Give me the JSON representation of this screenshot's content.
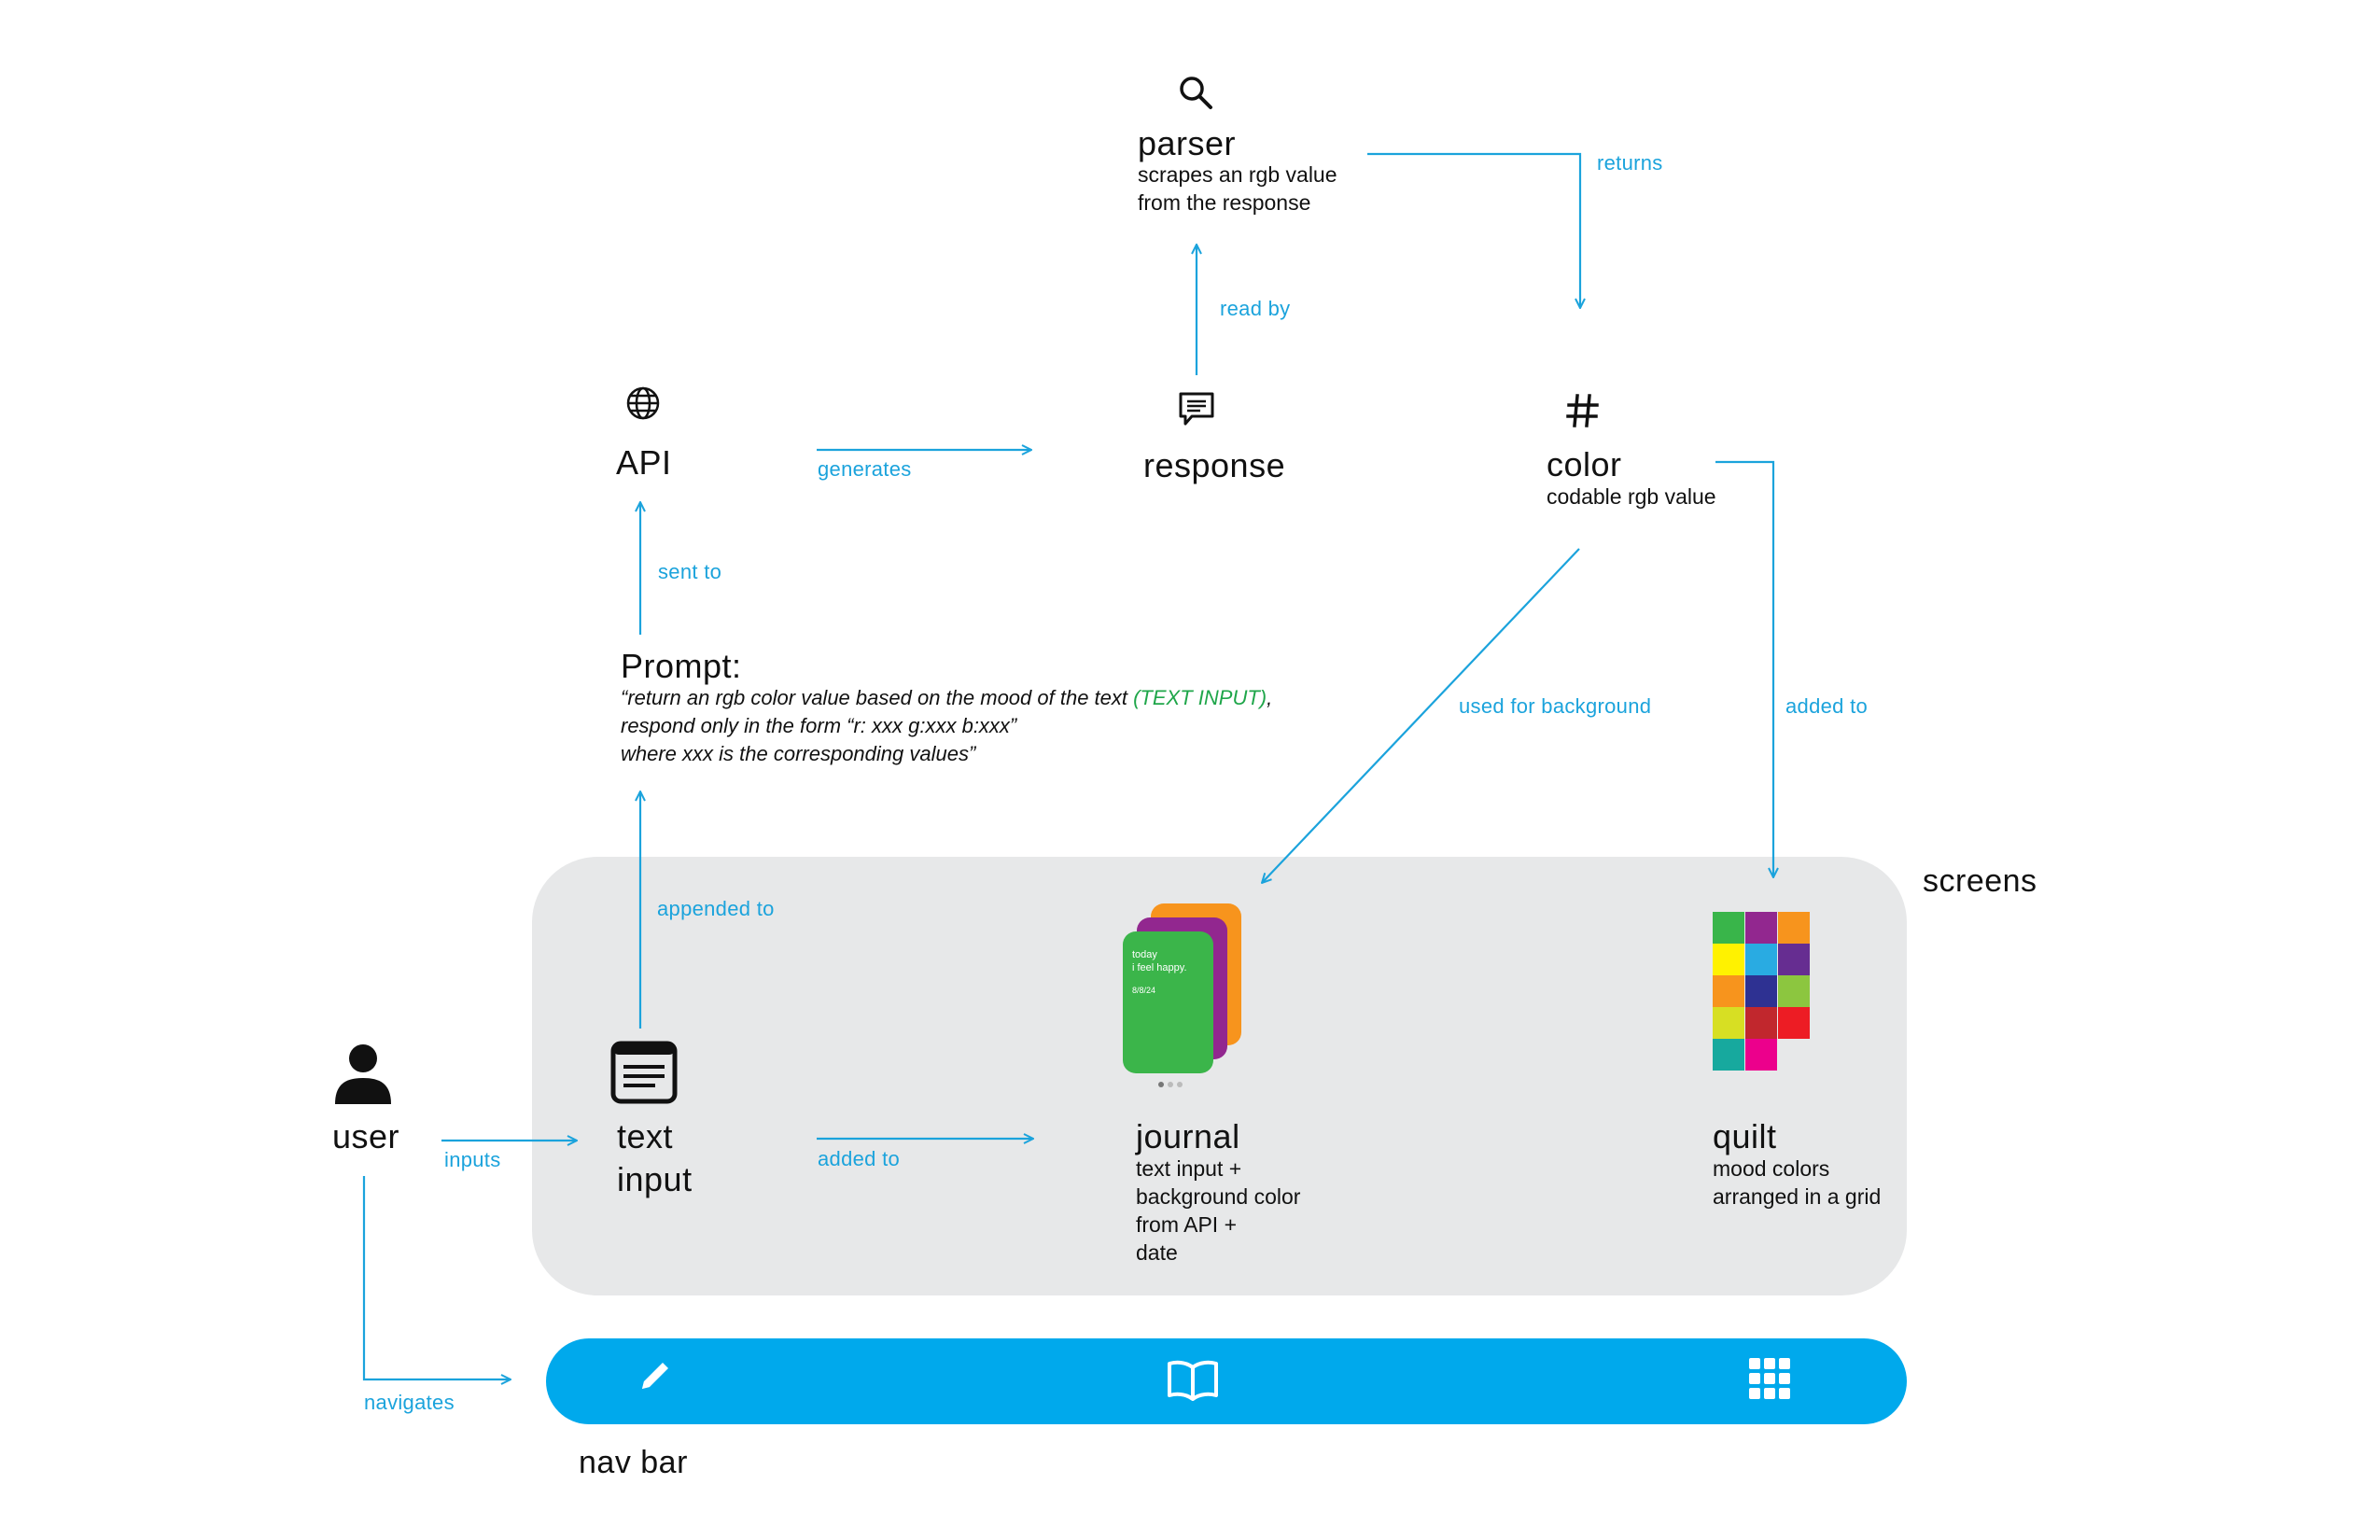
{
  "nodes": {
    "parser": {
      "title": "parser",
      "desc_line1": "scrapes an rgb value",
      "desc_line2": "from the response",
      "icon": "search-icon"
    },
    "api": {
      "title": "API",
      "icon": "globe-icon"
    },
    "response": {
      "title": "response",
      "icon": "chat-bubble-icon"
    },
    "color": {
      "title": "color",
      "desc": "codable rgb value",
      "icon": "hash-icon"
    },
    "prompt": {
      "title": "Prompt:",
      "line1_pre": "“return an rgb color value based on the mood of the text ",
      "line1_highlight": "(TEXT INPUT)",
      "line1_post": ",",
      "line2": "respond only in the form “r: xxx g:xxx b:xxx”",
      "line3": "where xxx is the corresponding values”"
    },
    "user": {
      "title": "user",
      "icon": "person-icon"
    },
    "text_input": {
      "title_line1": "text",
      "title_line2": "input",
      "icon": "notepad-icon"
    },
    "journal": {
      "title": "journal",
      "desc_line1": "text input +",
      "desc_line2": "background color",
      "desc_line3": "from API +",
      "desc_line4": "date",
      "card_line1": "today",
      "card_line2": "i feel happy.",
      "card_date": "8/8/24"
    },
    "quilt": {
      "title": "quilt",
      "desc_line1": "mood colors",
      "desc_line2": "arranged in a grid"
    }
  },
  "edges": {
    "returns": "returns",
    "read_by": "read by",
    "generates": "generates",
    "sent_to": "sent to",
    "used_for_background": "used for background",
    "added_to_quilt": "added to",
    "appended_to": "appended to",
    "inputs": "inputs",
    "added_to_journal": "added to",
    "navigates": "navigates"
  },
  "groups": {
    "screens": "screens",
    "nav_bar": "nav bar"
  },
  "nav_icons": [
    "pencil-icon",
    "book-icon",
    "grid-icon"
  ],
  "colors": {
    "accent": "#1ba3dc",
    "navbar": "#00a9ec",
    "panel": "#e7e8e9",
    "highlight": "#1fa64a",
    "card_green": "#3bb54a",
    "card_purple": "#92278f",
    "card_orange": "#f7941d"
  },
  "quilt_colors": [
    [
      "#39b54a",
      "#92278f",
      "#f7941d"
    ],
    [
      "#fff200",
      "#29abe2",
      "#662d91"
    ],
    [
      "#f7941d",
      "#2e3192",
      "#8cc63f"
    ],
    [
      "#d7df23",
      "#c1272d",
      "#ed1c24"
    ],
    [
      "#17a99e",
      "#ec008c",
      null
    ]
  ]
}
